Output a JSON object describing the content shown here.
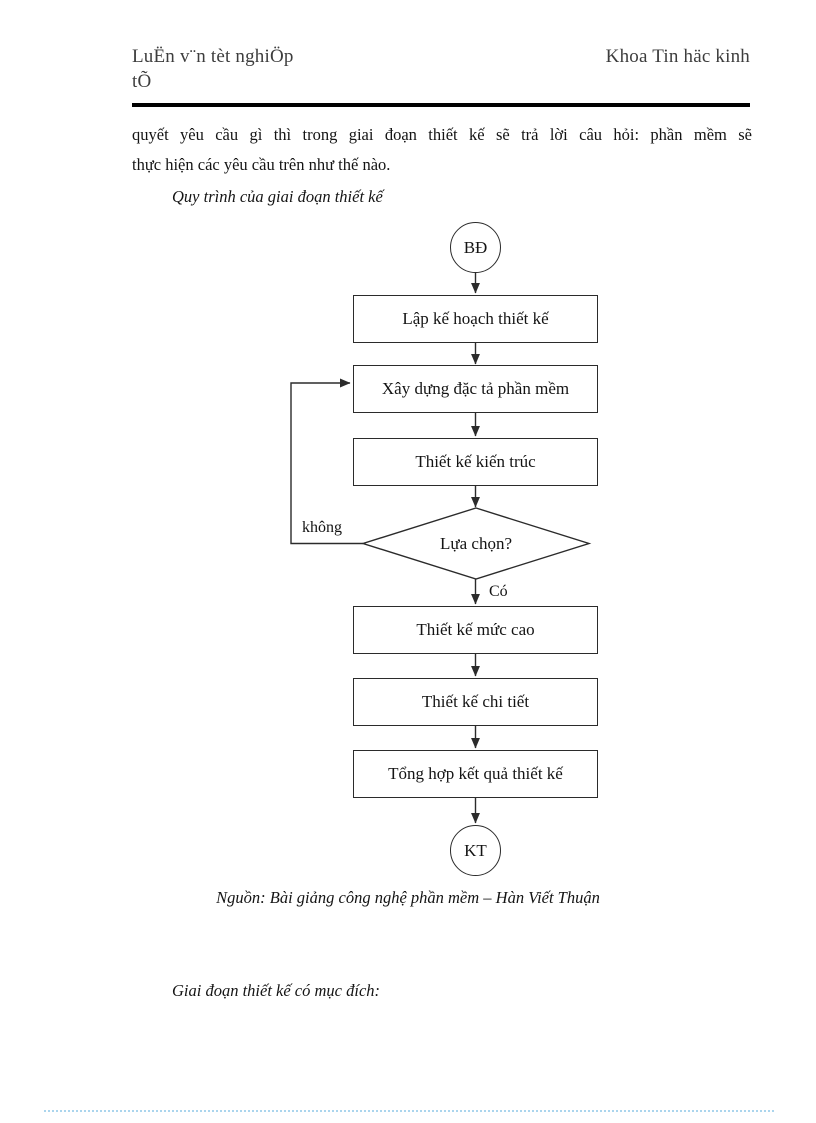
{
  "header": {
    "left_line1": "LuËn v¨n tèt nghiÖp",
    "left_line2": "tÕ",
    "right": "Khoa Tin häc kinh"
  },
  "body": {
    "para_line1": "quyÕt yªu cÇu g× th× trong giai ®o¹n thiÕt kÕ sÏ tr¶ lêi c©u hái: phÇn mÒm sÏ",
    "para_line1_text": "quyết yêu cầu gì thì trong giai đoạn thiết kế sẽ trả lời câu hỏi: phần mềm sẽ",
    "para_line2_text": "thực hiện các yêu cầu trên như thế nào.",
    "subtitle": "Quy trình của giai đoạn thiết kế",
    "caption": "Nguồn: Bài giảng công nghệ phần mềm – Hàn Viết Thuận",
    "closing": "Giai đoạn thiết kế có mục đích:"
  },
  "flowchart": {
    "type": "flowchart",
    "title": "Quy trình của giai đoạn thiết kế",
    "start_node": "BĐ",
    "end_node": "KT",
    "decision": "Lựa chọn?",
    "edge_label_no": "không",
    "edge_label_yes": "Có",
    "steps": [
      {
        "id": "step-1",
        "label": "Lập kế hoạch thiết kế"
      },
      {
        "id": "step-2",
        "label": "Xây dựng đặc tả phần mềm"
      },
      {
        "id": "step-3",
        "label": "Thiết kế kiến trúc"
      },
      {
        "id": "step-4",
        "label": "Thiết kế mức cao"
      },
      {
        "id": "step-5",
        "label": "Thiết kế chi tiết"
      },
      {
        "id": "step-6",
        "label": "Tổng hợp kết quả thiết kế"
      }
    ],
    "colors": {
      "stroke": "#2b2b2b",
      "text": "#141414",
      "background": "#ffffff"
    }
  }
}
